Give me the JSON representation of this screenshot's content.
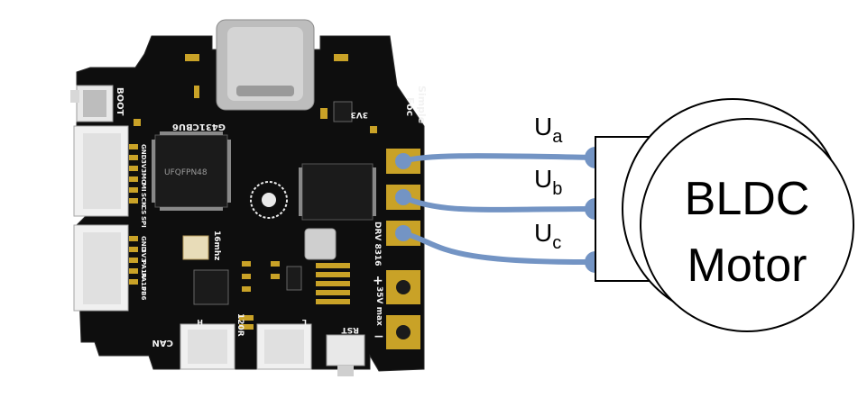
{
  "board": {
    "silkscreen": {
      "boot": "BOOT",
      "brand_line1": "Simple",
      "brand_line2": "Foc",
      "v3v3": "3V3",
      "mcu_part": "G431CBU6",
      "mcu_pkg": "UFQFPN48",
      "spi_pins": [
        "GND",
        "3V3",
        "MO",
        "MI",
        "SCK",
        "CS",
        "SPI"
      ],
      "io_pins": [
        "GND",
        "3V3",
        "PA14",
        "PA15",
        "PB6"
      ],
      "crystal": "16mhz",
      "driver": "DRV 8316",
      "voltage": "35V max",
      "can": "CAN",
      "termination": "120R",
      "reset": "RST",
      "connector_h": "H",
      "connector_l": "L",
      "plus": "+",
      "minus": "−"
    }
  },
  "phases": [
    {
      "letter": "U",
      "sub": "a"
    },
    {
      "letter": "U",
      "sub": "b"
    },
    {
      "letter": "U",
      "sub": "c"
    }
  ],
  "motor": {
    "line1": "BLDC",
    "line2": "Motor"
  },
  "colors": {
    "pcb": "#111111",
    "gold": "#c9a227",
    "wire": "#7394c4",
    "motor_outline": "#000000"
  }
}
